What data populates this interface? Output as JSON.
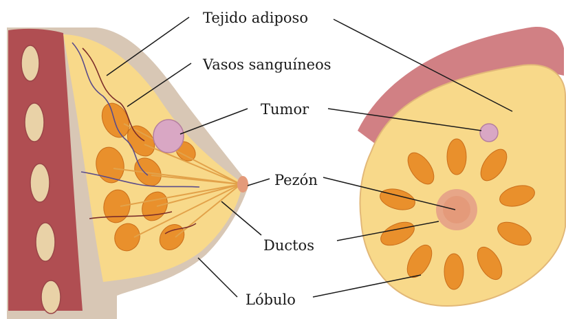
{
  "labels": {
    "tejido_adiposo": "Tejido adiposo",
    "vasos_sanguineos": "Vasos sanguíneos",
    "tumor": "Tumor",
    "pezon": "Pezón",
    "ductos": "Ductos",
    "lobulo": "Lóbulo"
  },
  "colors": {
    "background": "#ffffff",
    "skin": "#d8c7b5",
    "chest_wall": "#b04e52",
    "ribs": "#e9d2a7",
    "fat": "#f8d98a",
    "lobule": "#e9902c",
    "tumor": "#d9a7c4",
    "nipple": "#e49a7a",
    "vessel_blue": "#5a4b8a",
    "vessel_red": "#7b2d2a",
    "leader_line": "#1a1a1a"
  }
}
